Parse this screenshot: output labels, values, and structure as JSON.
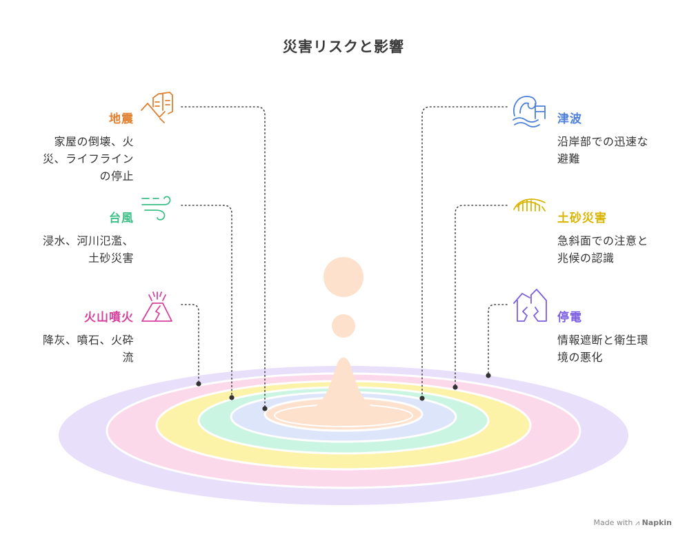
{
  "title": "災害リスクと影響",
  "items": [
    {
      "key": "earthquake",
      "label": "地震",
      "description": [
        "家屋の倒壊、火",
        "災、ライフライン",
        "の停止"
      ],
      "color": "#e07f2e",
      "icon": "collapsing-building-icon"
    },
    {
      "key": "typhoon",
      "label": "台風",
      "description": [
        "浸水、河川氾濫、",
        "土砂災害"
      ],
      "color": "#3cbf87",
      "icon": "wind-icon"
    },
    {
      "key": "volcano",
      "label": "火山噴火",
      "description": [
        "降灰、噴石、火砕",
        "流"
      ],
      "color": "#d6409f",
      "icon": "volcano-icon"
    },
    {
      "key": "tsunami",
      "label": "津波",
      "description": [
        "沿岸部での迅速な",
        "避難"
      ],
      "color": "#4c7fd8",
      "icon": "wave-icon"
    },
    {
      "key": "landslide",
      "label": "土砂災害",
      "description": [
        "急斜面での注意と",
        "兆候の認識"
      ],
      "color": "#d9b400",
      "icon": "landslide-icon"
    },
    {
      "key": "blackout",
      "label": "停電",
      "description": [
        "情報遮断と衛生環",
        "境の悪化"
      ],
      "color": "#7b5de0",
      "icon": "broken-house-icon"
    }
  ],
  "rings": [
    "#e8e0fb",
    "#fcd9ea",
    "#fcf2a8",
    "#c9f5e2",
    "#dde5fb",
    "#fde1cc"
  ],
  "watermark": {
    "prefix": "Made with",
    "brand": "Napkin"
  }
}
